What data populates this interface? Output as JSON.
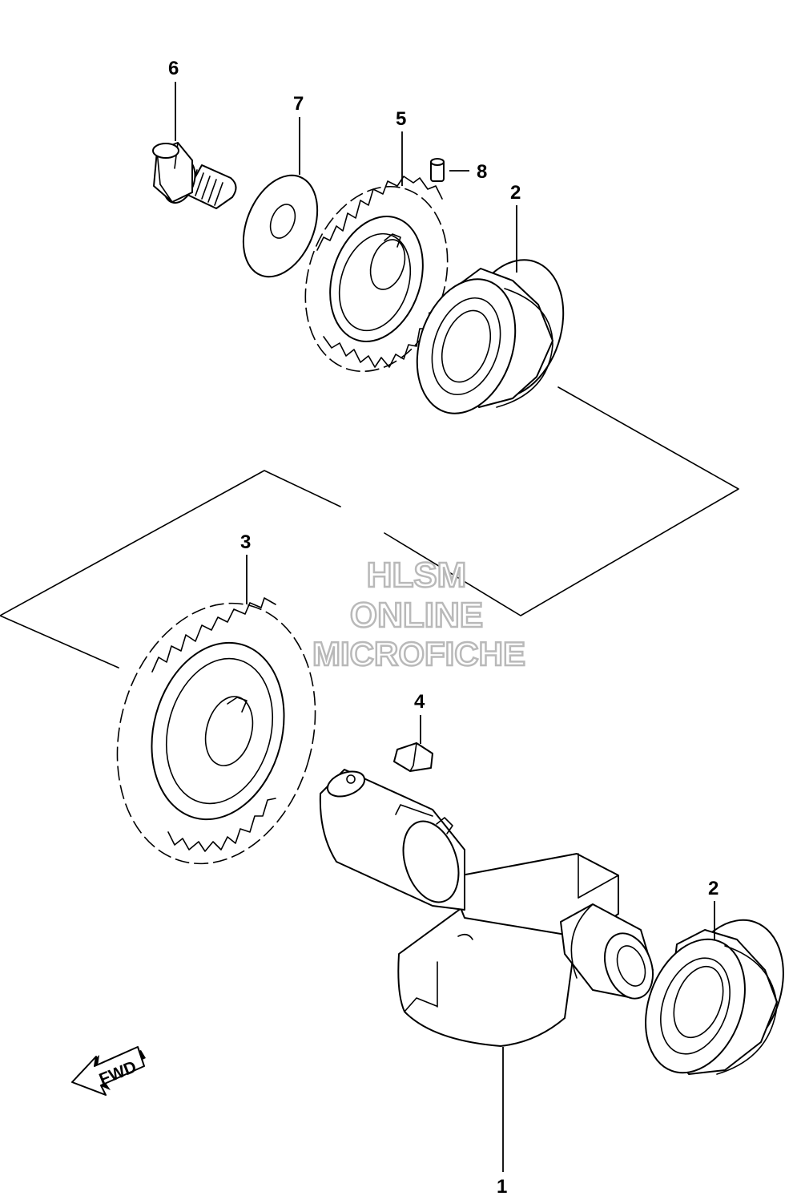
{
  "callouts": {
    "crankshaft": "1",
    "bearing_upper": "2",
    "bearing_lower": "2",
    "driven_gear": "3",
    "key": "4",
    "drive_gear": "5",
    "bolt": "6",
    "washer": "7",
    "pin": "8"
  },
  "watermark": {
    "line1": "HLSM",
    "line2": "ONLINE",
    "line3": "MICROFICHE",
    "color": "#b9b9b9"
  },
  "fwd_label": "FWD"
}
